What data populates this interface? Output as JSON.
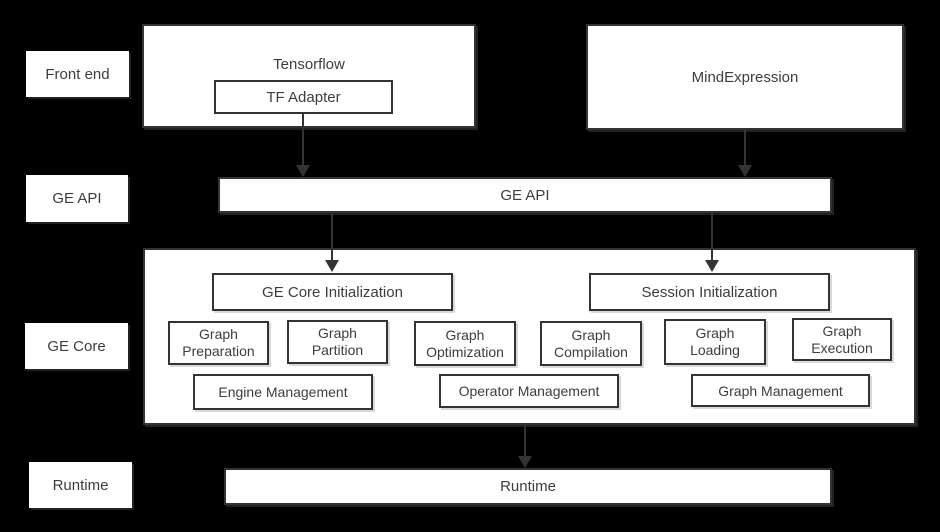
{
  "colors": {
    "background": "#000000",
    "box_fill": "#ffffff",
    "box_border": "#333333",
    "text": "#3d3d3d",
    "arrow": "#333333"
  },
  "row_labels": {
    "front_end": "Front end",
    "ge_api": "GE API",
    "ge_core": "GE Core",
    "runtime": "Runtime"
  },
  "frontend": {
    "tensorflow": "Tensorflow",
    "tf_adapter": "TF Adapter",
    "mindexpression": "MindExpression"
  },
  "api_bar": {
    "label": "GE API"
  },
  "core": {
    "ge_core_initialization": "GE Core Initialization",
    "session_initialization": "Session Initialization",
    "stages": [
      "Graph Preparation",
      "Graph Partition",
      "Graph Optimization",
      "Graph Compilation",
      "Graph Loading",
      "Graph Execution"
    ],
    "management": [
      "Engine Management",
      "Operator Management",
      "Graph Management"
    ]
  },
  "runtime_bar": {
    "label": "Runtime"
  }
}
